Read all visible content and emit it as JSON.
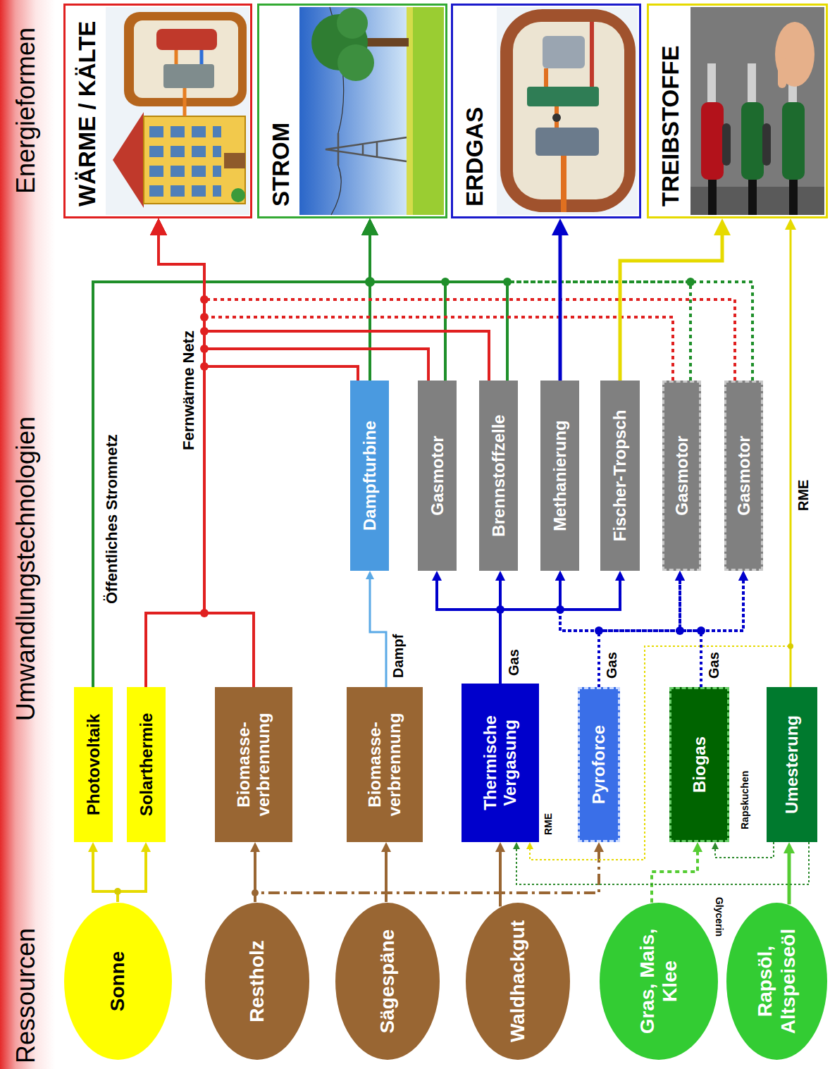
{
  "diagram": {
    "nodes": [
      {
        "text": [
          "Sonne"
        ]
      },
      {
        "text": [
          "Restholz"
        ]
      },
      {
        "text": [
          "Sägespäne"
        ]
      },
      {
        "text": [
          "Waldhackgut"
        ]
      },
      {
        "text": [
          "Gras, Mais, Klee"
        ]
      },
      {
        "text": [
          "Rapsöl, Altspeiseöl"
        ]
      },
      {
        "text": [
          "Photovoltaik"
        ]
      },
      {
        "text": [
          "Solarthermie"
        ]
      },
      {
        "text": [
          "Biomasse- verbrennung"
        ]
      },
      {
        "text": [
          "Biomasse- verbrennung"
        ]
      },
      {
        "text": [
          "Thermische Vergasung"
        ]
      },
      {
        "text": [
          "Pyroforce"
        ]
      },
      {
        "text": [
          "Biogas"
        ]
      },
      {
        "text": [
          "Umesterung"
        ]
      },
      {
        "text": [
          "Dampfturbine"
        ]
      },
      {
        "text": [
          "Gasmotor"
        ]
      },
      {
        "text": [
          "Brennstoffzelle"
        ]
      },
      {
        "text": [
          "Methanierung"
        ]
      },
      {
        "text": [
          "Fischer-Tropsch"
        ]
      },
      {
        "text": [
          "Gasmotor"
        ]
      },
      {
        "text": [
          "Gasmotor"
        ]
      },
      {
        "text": [
          "WÄRME / KÄLTE"
        ]
      },
      {
        "text": [
          "STROM"
        ]
      },
      {
        "text": [
          "ERDGAS"
        ]
      },
      {
        "text": [
          "TREIBSTOFFE"
        ]
      }
    ],
    "edges": [
      {
        "from": 0,
        "to": 6,
        "arrow": "to"
      },
      {
        "from": 0,
        "to": 7,
        "arrow": "to"
      },
      {
        "from": 1,
        "to": 8,
        "arrow": "to"
      },
      {
        "from": 1,
        "to": 11,
        "arrow": "to"
      },
      {
        "from": 2,
        "to": 9,
        "arrow": "to"
      },
      {
        "from": 3,
        "to": 10,
        "arrow": "to"
      },
      {
        "from": 4,
        "to": 12,
        "arrow": "to"
      },
      {
        "from": 5,
        "to": 13,
        "arrow": "to"
      },
      {
        "from": 13,
        "to": 12,
        "label": "Rapskuchen",
        "arrow": "to"
      },
      {
        "from": 13,
        "to": 10,
        "label": "Glycerin",
        "arrow": "to"
      },
      {
        "from": 13,
        "to": 10,
        "label": "RME",
        "arrow": "to"
      },
      {
        "from": 13,
        "to": 24,
        "label": "RME",
        "arrow": "to"
      },
      {
        "from": 9,
        "to": 14,
        "label": "Dampf",
        "arrow": "to"
      },
      {
        "from": 10,
        "to": 15,
        "label": "Gas",
        "arrow": "to"
      },
      {
        "from": 10,
        "to": 16,
        "arrow": "to"
      },
      {
        "from": 10,
        "to": 17,
        "arrow": "to"
      },
      {
        "from": 10,
        "to": 18,
        "arrow": "to"
      },
      {
        "from": 11,
        "to": 17,
        "label": "Gas",
        "arrow": "to"
      },
      {
        "from": 11,
        "to": 19,
        "arrow": "to"
      },
      {
        "from": 11,
        "to": 20,
        "arrow": "to"
      },
      {
        "from": 12,
        "to": 17,
        "label": "Gas",
        "arrow": "to"
      },
      {
        "from": 12,
        "to": 19,
        "arrow": "to"
      },
      {
        "from": 12,
        "to": 20,
        "arrow": "to"
      },
      {
        "from": 6,
        "to": 22,
        "arrow": "to"
      },
      {
        "from": 7,
        "to": 21,
        "arrow": "to"
      },
      {
        "from": 8,
        "to": 21,
        "arrow": "to"
      },
      {
        "from": 14,
        "to": 21,
        "arrow": "to"
      },
      {
        "from": 14,
        "to": 22,
        "arrow": "to"
      },
      {
        "from": 15,
        "to": 21,
        "arrow": "to"
      },
      {
        "from": 15,
        "to": 22,
        "arrow": "to"
      },
      {
        "from": 16,
        "to": 21,
        "arrow": "to"
      },
      {
        "from": 16,
        "to": 22,
        "arrow": "to"
      },
      {
        "from": 19,
        "to": 21,
        "arrow": "to"
      },
      {
        "from": 19,
        "to": 22,
        "arrow": "to"
      },
      {
        "from": 20,
        "to": 21,
        "arrow": "to"
      },
      {
        "from": 20,
        "to": 22,
        "arrow": "to"
      },
      {
        "from": 17,
        "to": 23,
        "arrow": "to"
      },
      {
        "from": 18,
        "to": 24,
        "arrow": "to"
      }
    ],
    "labels": [
      "Ressourcen",
      "Umwandlungstechnologien",
      "Energieformen",
      "Öffentliches Stromnetz",
      "Fernwärme Netz"
    ]
  }
}
